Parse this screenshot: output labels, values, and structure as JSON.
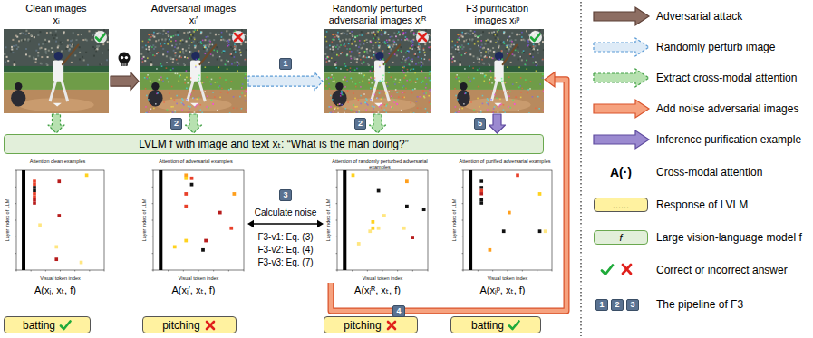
{
  "diagram": {
    "nodes": [
      {
        "text": [
          "Clean images xᵢ"
        ]
      },
      {
        "text": [
          "Adversarial images xᵢ′"
        ]
      },
      {
        "text": [
          "Randomly perturbed adversarial images xᵢᴿ"
        ]
      },
      {
        "text": [
          "F3 purification images xᵢᵖ"
        ]
      },
      {
        "text": [
          "LVLM f with image and text xₜ: “What is the man doing?”"
        ]
      },
      {
        "text": [
          "Attention clean examples",
          "A(xᵢ, xₜ, f)"
        ]
      },
      {
        "text": [
          "Attention of adversarial examples",
          "A(xᵢ′, xₜ, f)"
        ]
      },
      {
        "text": [
          "Attention of randomly perturbed adversarial examples",
          "A(xᵢᴿ, xₜ, f)"
        ]
      },
      {
        "text": [
          "Attention of purified adversarial examples",
          "A(xᵢᵖ, xₜ, f)"
        ]
      },
      {
        "text": [
          "batting"
        ]
      },
      {
        "text": [
          "pitching"
        ]
      },
      {
        "text": [
          "pitching"
        ]
      },
      {
        "text": [
          "batting"
        ]
      },
      {
        "text": [
          "......"
        ]
      },
      {
        "text": [
          "f"
        ]
      }
    ],
    "edges": [
      {
        "from": 0,
        "to": 1,
        "arrow": "to"
      },
      {
        "from": 1,
        "to": 2,
        "arrow": "to",
        "label": "1"
      },
      {
        "from": 0,
        "to": 4,
        "arrow": "to"
      },
      {
        "from": 1,
        "to": 4,
        "arrow": "to",
        "label": "2"
      },
      {
        "from": 2,
        "to": 4,
        "arrow": "to",
        "label": "2"
      },
      {
        "from": 3,
        "to": 4,
        "arrow": "to",
        "label": "5"
      },
      {
        "from": 6,
        "to": 7,
        "arrow": "both",
        "label": "Calculate noise"
      },
      {
        "from": 7,
        "to": 3,
        "arrow": "to",
        "label": "4"
      }
    ],
    "labels": [
      "3",
      "F3-v1: Eq. (3)",
      "F3-v2: Eq. (4)",
      "F3-v3: Eq. (7)",
      "Visual token index",
      "Visual token index",
      "Visual token index",
      "Visual token index",
      "Layer index of LLM",
      "Layer index of LLM",
      "Layer index of LLM",
      "Layer index of LLM",
      "A(·)",
      "1",
      "2",
      "3"
    ],
    "legend": [
      {
        "text": "Adversarial attack"
      },
      {
        "text": "Randomly perturb image"
      },
      {
        "text": "Extract cross-modal attention"
      },
      {
        "text": "Add noise adversarial images"
      },
      {
        "text": "Inference purification example"
      },
      {
        "text": "Cross-modal attention"
      },
      {
        "text": "Response of LVLM"
      },
      {
        "text": "Large vision-language model f"
      },
      {
        "text": "Correct or incorrect answer"
      },
      {
        "text": "The pipeline of F3"
      }
    ]
  }
}
